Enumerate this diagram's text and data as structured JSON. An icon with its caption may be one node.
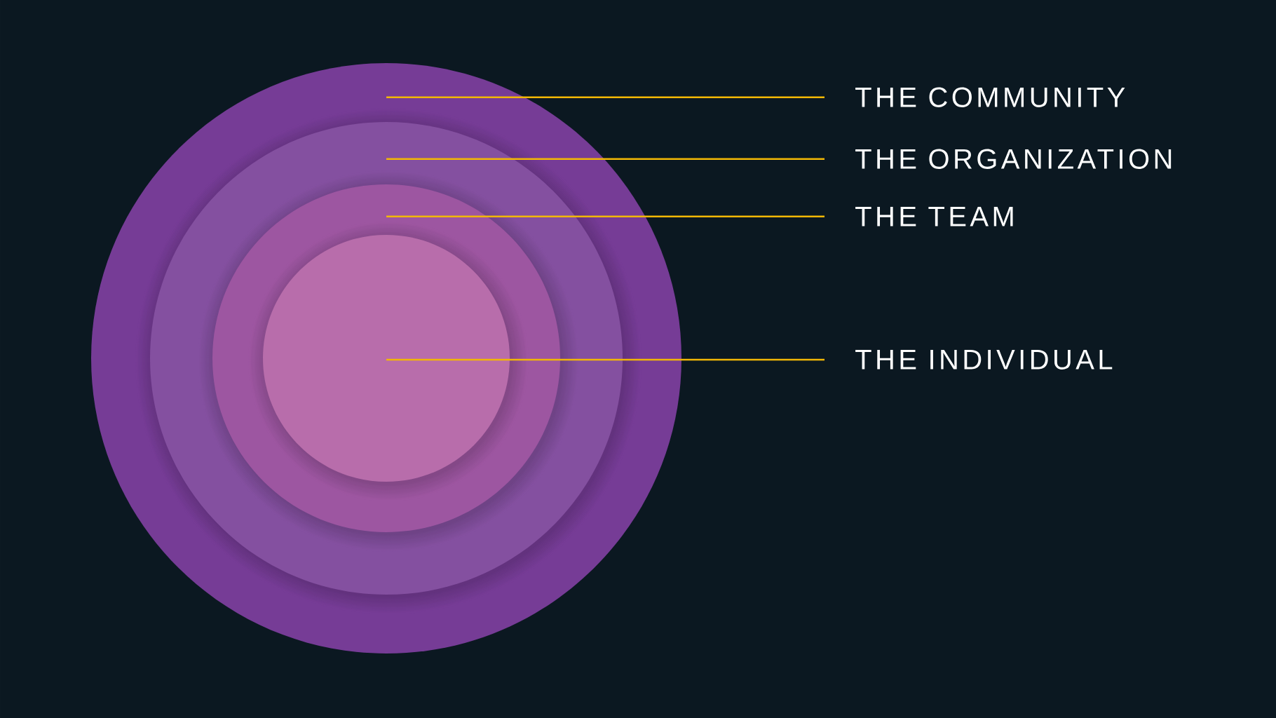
{
  "diagram": {
    "nodes": [
      {
        "text": [],
        "shape": "circle"
      },
      {
        "text": [],
        "shape": "circle",
        "in": 0
      },
      {
        "text": [],
        "shape": "circle",
        "in": 1
      },
      {
        "text": [],
        "shape": "circle",
        "in": 2
      },
      {
        "text": [
          "THE COMMUNITY"
        ]
      },
      {
        "text": [
          "THE ORGANIZATION"
        ]
      },
      {
        "text": [
          "THE TEAM"
        ]
      },
      {
        "text": [
          "THE INDIVIDUAL"
        ]
      }
    ],
    "edges": [
      {
        "from": 4,
        "to": 0,
        "arrow": "none"
      },
      {
        "from": 5,
        "to": 1,
        "arrow": "none"
      },
      {
        "from": 6,
        "to": 2,
        "arrow": "none"
      },
      {
        "from": 7,
        "to": 3,
        "arrow": "none"
      }
    ]
  }
}
